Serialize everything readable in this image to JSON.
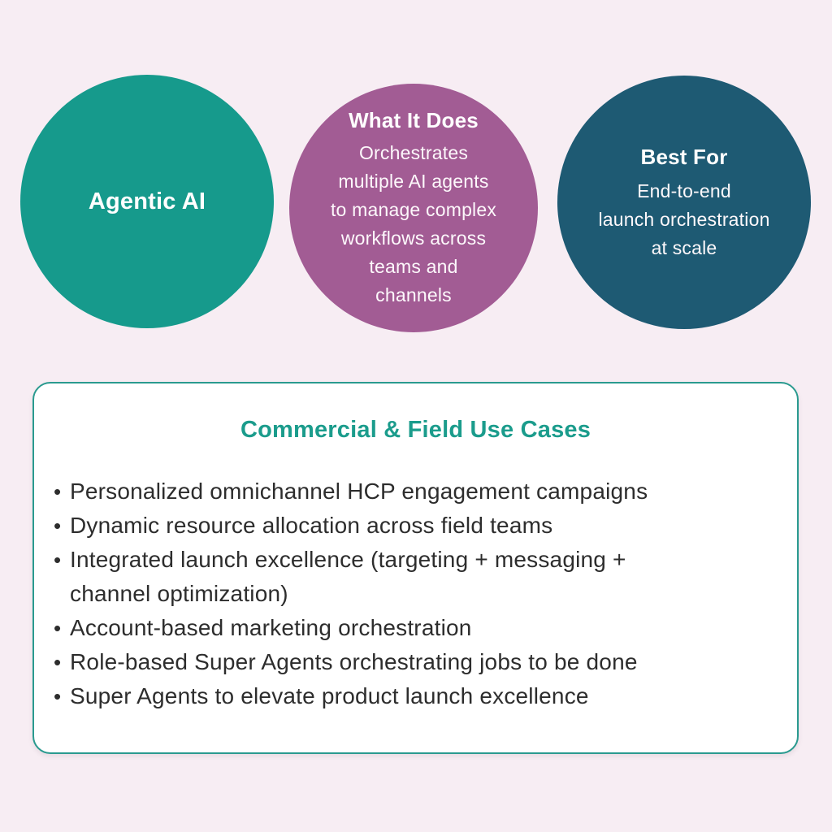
{
  "background": "#f7edf3",
  "palette": {
    "teal_circle": "#169a8c",
    "purple_circle": "#a25c94",
    "navy_circle": "#1e5a73",
    "card_border": "#2a9a8f",
    "card_background": "#ffffff",
    "heading_teal": "#1b9c8c",
    "body_text": "#2d2d2d",
    "circle_text": "#ffffff"
  },
  "circles": [
    {
      "title": "Agentic AI",
      "body": "",
      "color": "#169a8c"
    },
    {
      "title": "What It Does",
      "body": "Orchestrates\nmultiple AI agents\nto manage complex\nworkflows across\nteams and\nchannels",
      "color": "#a25c94"
    },
    {
      "title": "Best For",
      "body": "End-to-end\nlaunch orchestration\nat scale",
      "color": "#1e5a73"
    }
  ],
  "card": {
    "title": "Commercial & Field Use Cases",
    "bullets": [
      "Personalized omnichannel HCP engagement campaigns",
      "Dynamic resource allocation across field teams",
      "Integrated launch excellence (targeting + messaging +\nchannel optimization)",
      "Account-based marketing orchestration",
      "Role-based Super Agents orchestrating jobs to be done",
      "Super Agents to elevate product launch excellence"
    ]
  }
}
